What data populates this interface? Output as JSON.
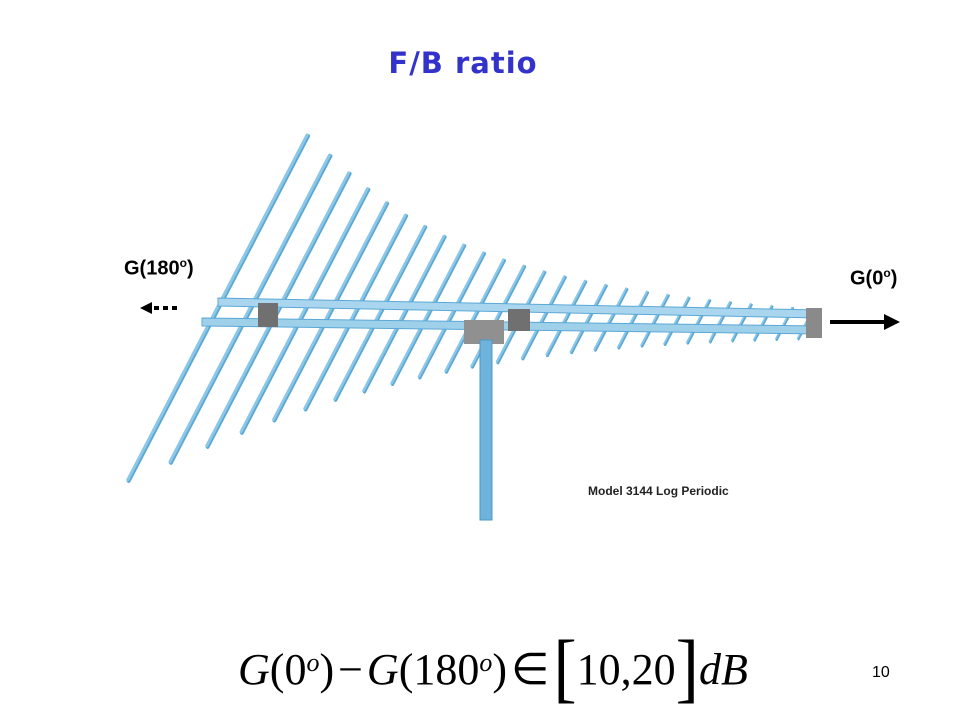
{
  "slide": {
    "title": "F/B ratio",
    "page_number": "10"
  },
  "labels": {
    "back_gain_prefix": "G(180",
    "back_gain_sup": "o",
    "back_gain_suffix": ")",
    "front_gain_prefix": "G(0",
    "front_gain_sup": "o",
    "front_gain_suffix": ")"
  },
  "image": {
    "caption": "Model 3144 Log Periodic",
    "antenna_color": "#8ec7e6",
    "antenna_edge_color": "#5aa8d6"
  },
  "formula": {
    "term1_func": "G",
    "term1_arg": "0",
    "term1_sup": "o",
    "minus": "−",
    "term2_func": "G",
    "term2_arg": "180",
    "term2_sup": "o",
    "element_of": "∈",
    "open_bracket": "[",
    "range": "10,20",
    "close_bracket": "]",
    "unit": "dB"
  },
  "colors": {
    "title": "#3333cc",
    "text": "#000000"
  }
}
